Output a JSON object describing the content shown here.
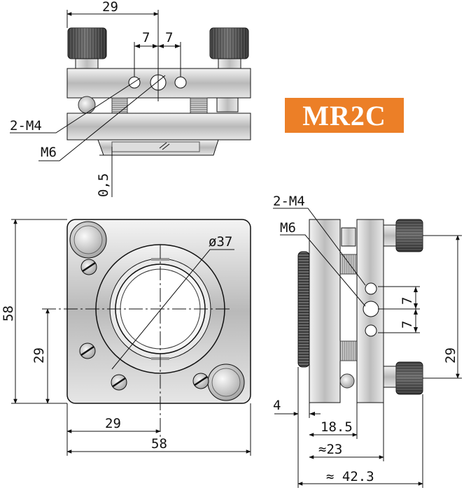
{
  "badge": {
    "label": "MR2C",
    "background": "#ec7f27",
    "text_color": "#ffffff"
  },
  "top_view": {
    "dim_width": "29",
    "dim_left": "7",
    "dim_right": "7",
    "label_holes": "2-M4",
    "label_center": "M6",
    "dim_gap": "0,5"
  },
  "front_view": {
    "dim_aperture": "ø37",
    "dim_height": "58",
    "dim_vertical_offset": "29",
    "dim_horizontal_offset": "29",
    "dim_width": "58"
  },
  "side_view": {
    "label_holes": "2-M4",
    "label_center": "M6",
    "dim_upper": "7",
    "dim_lower": "7",
    "dim_vertical": "29",
    "dim_lip": "4",
    "dim_depth_1": "18.5",
    "dim_depth_2": "≈23",
    "dim_depth_total": "≈ 42.3"
  }
}
